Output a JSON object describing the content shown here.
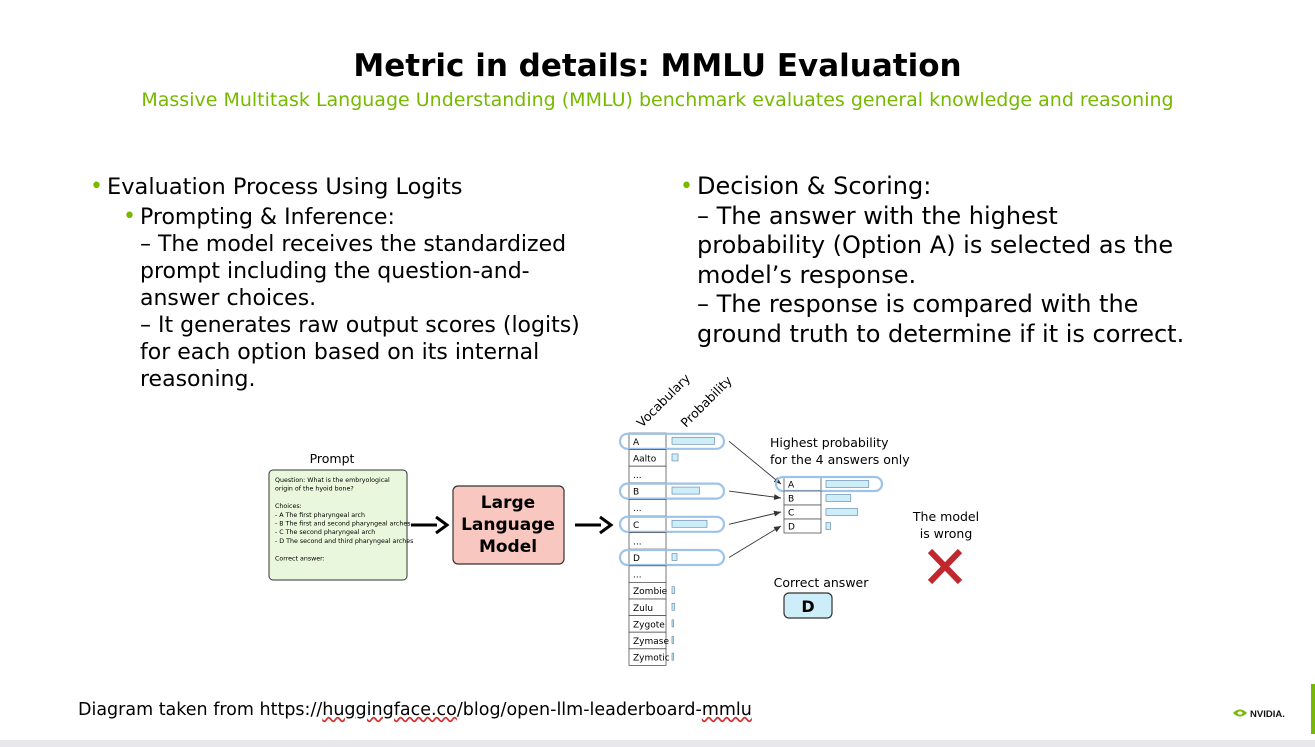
{
  "header": {
    "title": "Metric in details: MMLU Evaluation",
    "subtitle": "Massive Multitask Language Understanding (MMLU) benchmark evaluates general knowledge and reasoning"
  },
  "colors": {
    "accent_green": "#76b900",
    "llm_box_fill": "#f8c8c0",
    "prompt_box_fill": "#e9f8dc",
    "highlight_blue": "#9ec3ea",
    "bar_fill": "#cdeef9",
    "wrong_red": "#c0282d"
  },
  "left_bullets": {
    "heading": "Evaluation Process Using Logits",
    "sub_heading": "Prompting & Inference:",
    "lines": [
      "– The model receives the standardized",
      "prompt including the question-and-",
      "answer choices.",
      "– It generates raw output scores (logits)",
      "for each option based on its internal",
      "reasoning."
    ]
  },
  "right_bullets": {
    "heading": "Decision & Scoring:",
    "lines": [
      "– The answer with the highest",
      "probability (Option A) is selected as the",
      "model’s response.",
      "– The response is compared with the",
      "ground truth to determine if it is correct."
    ]
  },
  "diagram": {
    "prompt_label": "Prompt",
    "prompt_box_lines": [
      "Question: What is the embryological",
      "origin of the hyoid bone?",
      "",
      "Choices:",
      "- A The first pharyngeal arch",
      "- B The first and second pharyngeal arches",
      "- C The second pharyngeal arch",
      "- D The second and third pharyngeal arches",
      "",
      "Correct answer:"
    ],
    "llm_lines": [
      "Large",
      "Language",
      "Model"
    ],
    "vocab_header": "Vocabulary",
    "prob_header": "Probability",
    "vocab_rows": [
      {
        "token": "A",
        "prob": 0.85,
        "highlight": true
      },
      {
        "token": "Aalto",
        "prob": 0.12,
        "highlight": false
      },
      {
        "token": "...",
        "prob": 0,
        "highlight": false
      },
      {
        "token": "B",
        "prob": 0.55,
        "highlight": true
      },
      {
        "token": "...",
        "prob": 0,
        "highlight": false
      },
      {
        "token": "C",
        "prob": 0.7,
        "highlight": true
      },
      {
        "token": "...",
        "prob": 0,
        "highlight": false
      },
      {
        "token": "D",
        "prob": 0.1,
        "highlight": true
      },
      {
        "token": "...",
        "prob": 0,
        "highlight": false
      },
      {
        "token": "Zombie",
        "prob": 0.05,
        "highlight": false
      },
      {
        "token": "Zulu",
        "prob": 0.05,
        "highlight": false
      },
      {
        "token": "Zygote",
        "prob": 0.02,
        "highlight": false
      },
      {
        "token": "Zymase",
        "prob": 0.02,
        "highlight": false
      },
      {
        "token": "Zymotic",
        "prob": 0.02,
        "highlight": false
      }
    ],
    "top4_caption": [
      "Highest probability",
      "for the 4 answers only"
    ],
    "top4_rows": [
      {
        "token": "A",
        "prob": 0.95,
        "highlight": true
      },
      {
        "token": "B",
        "prob": 0.55,
        "highlight": false
      },
      {
        "token": "C",
        "prob": 0.7,
        "highlight": false
      },
      {
        "token": "D",
        "prob": 0.1,
        "highlight": false
      }
    ],
    "correct_label": "Correct answer",
    "correct_value": "D",
    "verdict_lines": [
      "The model",
      "is wrong"
    ]
  },
  "footer": {
    "source_prefix": "Diagram taken from https://",
    "source_underlined": "huggingface.co",
    "source_suffix": "/blog/open-llm-leaderboard-",
    "source_underlined_2": "mmlu"
  },
  "logo": {
    "text": "NVIDIA."
  }
}
